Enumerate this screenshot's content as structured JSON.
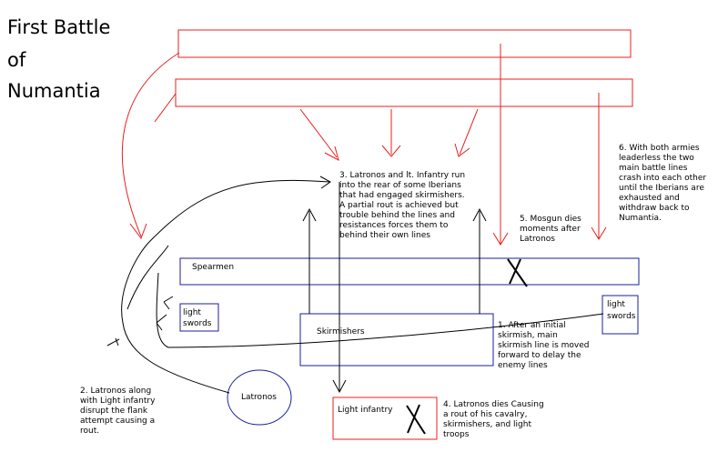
{
  "title": {
    "line1": "First Battle",
    "line2": "of",
    "line3": "Numantia"
  },
  "units": {
    "spearmen": "Spearmen",
    "skirmishers": "Skirmishers",
    "light_swords_left_1": "light",
    "light_swords_left_2": "swords",
    "light_swords_right_1": "light",
    "light_swords_right_2": "swords",
    "latronos": "Latronos",
    "light_infantry": "Light infantry"
  },
  "notes": {
    "n1": [
      "1.  After an initial",
      "skirmish, main",
      "skirmish line is moved",
      "forward to delay the",
      "enemy lines"
    ],
    "n2": [
      "2.  Latronos along",
      "with Light infantry",
      "disrupt the flank",
      "attempt causing a",
      "rout."
    ],
    "n3": [
      "3.  Latronos and lt. Infantry run",
      "into the rear of some Iberians",
      "that had engaged skirmishers.",
      "A partial rout is achieved but",
      "trouble behind the lines and",
      "resistances forces them to",
      "behind their own lines"
    ],
    "n4": [
      "4.  Latronos dies Causing",
      "a rout of his cavalry,",
      "skirmishers, and light",
      "troops"
    ],
    "n5": [
      "5.  Mosgun dies",
      "moments after",
      "Latronos"
    ],
    "n6": [
      "6.  With both armies",
      "leaderless the two",
      "main battle lines",
      "crash into each other",
      "until the Iberians are",
      "exhausted and",
      "withdraw back to",
      "Numantia."
    ]
  },
  "colors": {
    "iberian": "#e8201f",
    "roman": "#1b1f9a",
    "ink": "#000000"
  }
}
